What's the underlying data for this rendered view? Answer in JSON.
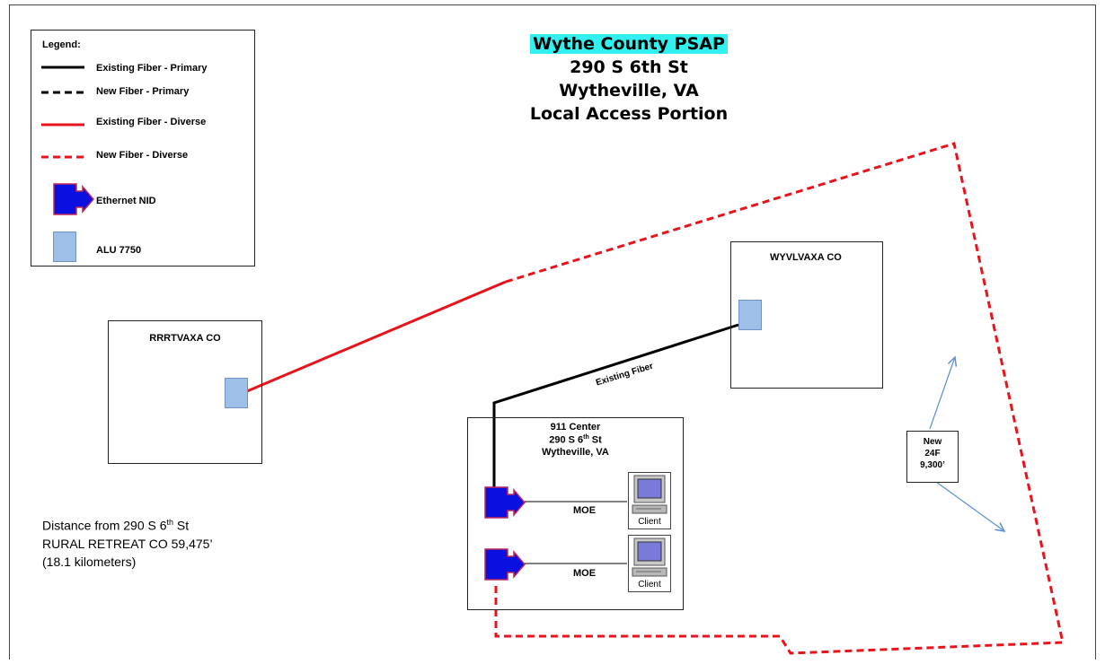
{
  "title": {
    "highlighted": "Wythe County PSAP",
    "line2": "290 S 6th St",
    "line3": "Wytheville, VA",
    "line4": "Local Access Portion"
  },
  "legend": {
    "heading": "Legend:",
    "items": [
      "Existing Fiber - Primary",
      "New Fiber - Primary",
      "Existing Fiber - Diverse",
      "New Fiber - Diverse",
      "Ethernet NID",
      "ALU 7750"
    ]
  },
  "nodes": {
    "rrrt": "RRRTVAXA CO",
    "wyvl": "WYVLVAXA CO",
    "center_line1": "911 Center",
    "center_line2_pre": "290 S 6",
    "center_line2_sup": "th",
    "center_line2_post": " St",
    "center_line3": "Wytheville, VA"
  },
  "links": {
    "existing_fiber": "Existing Fiber",
    "moe1": "MOE",
    "moe2": "MOE"
  },
  "clients": [
    "Client",
    "Client"
  ],
  "new_fiber_box": [
    "New",
    "24F",
    "9,300’"
  ],
  "distance_note": {
    "line1_pre": "Distance from 290 S 6",
    "line1_sup": "th",
    "line1_post": " St",
    "line2": "RURAL RETREAT CO 59,475’",
    "line3": "(18.1 kilometers)"
  },
  "colors": {
    "primary": "#000000",
    "diverse": "#e8141c",
    "nid_fill": "#0a10e0",
    "nid_border": "#c0285a",
    "alu_fill": "#9ec0e8",
    "highlight": "#33f0f0",
    "arrow": "#5b8fd6"
  }
}
